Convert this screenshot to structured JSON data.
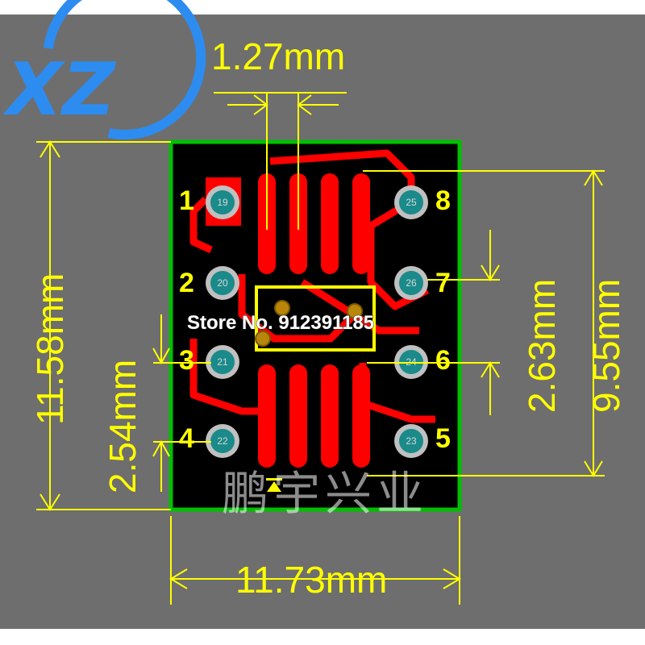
{
  "logo": {
    "letters": "XZ",
    "color": "#2d8cf0"
  },
  "dimensions": {
    "pitch": "1.27mm",
    "height_left": "11.58mm",
    "spacing_left": "2.54mm",
    "spacing_right": "2.63mm",
    "height_right": "9.55mm",
    "width_bottom": "11.73mm"
  },
  "pins": {
    "p1": "1",
    "p2": "2",
    "p3": "3",
    "p4": "4",
    "p5": "5",
    "p6": "6",
    "p7": "7",
    "p8": "8"
  },
  "pads": {
    "p19": "19",
    "p20": "20",
    "p21": "21",
    "p22": "22",
    "p23": "23",
    "p24": "24",
    "p25": "25",
    "p26": "26"
  },
  "store_text": "Store No. 912391185",
  "watermark_text": "鹏宇兴业",
  "colors": {
    "background": "#6e6e6e",
    "board": "#000000",
    "board_edge": "#00c000",
    "copper": "#ff0000",
    "dimension": "#ffff00",
    "pad_fill": "#1a8a8a",
    "pad_ring": "#c0c0c0"
  }
}
